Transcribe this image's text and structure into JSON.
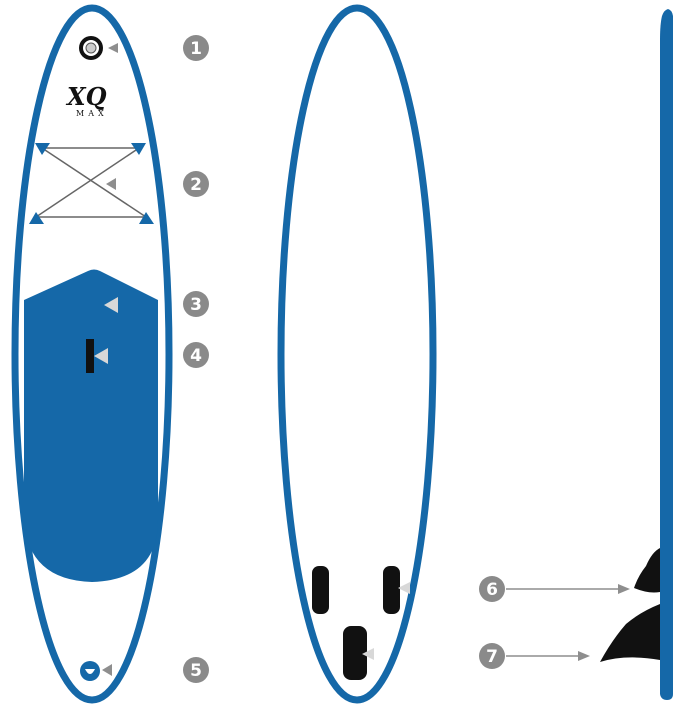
{
  "brand": {
    "logo_text": "XQ",
    "logo_subtext": "MAX"
  },
  "colors": {
    "board_blue": "#1568a8",
    "marker_grey": "#8a8a8a",
    "arrow_grey": "#8e8e8e",
    "fin_black": "#111111",
    "background": "#ffffff"
  },
  "callouts": [
    {
      "number": "1"
    },
    {
      "number": "2"
    },
    {
      "number": "3"
    },
    {
      "number": "4"
    },
    {
      "number": "5"
    },
    {
      "number": "6"
    },
    {
      "number": "7"
    }
  ]
}
